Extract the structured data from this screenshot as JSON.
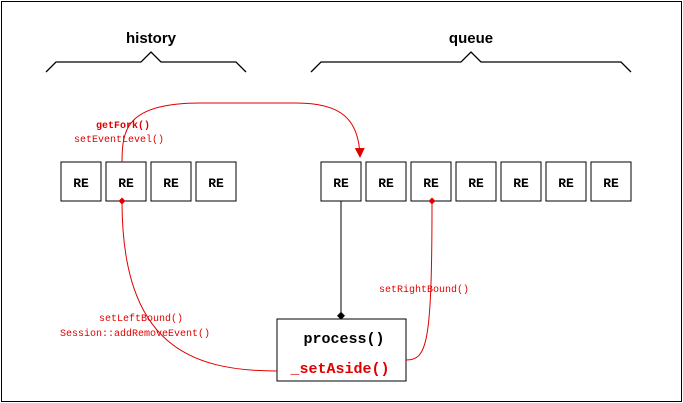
{
  "labels": {
    "history": "history",
    "queue": "queue"
  },
  "history_boxes": [
    "RE",
    "RE",
    "RE",
    "RE"
  ],
  "queue_boxes": [
    "RE",
    "RE",
    "RE",
    "RE",
    "RE",
    "RE",
    "RE"
  ],
  "process": {
    "main": "process()",
    "aside": "_setAside()"
  },
  "annotations": {
    "get_fork": "getFork()",
    "set_event_level": "setEventLevel()",
    "set_left_bound": "setLeftBound()",
    "add_remove_event": "Session::addRemoveEvent()",
    "set_right_bound": "setRightBound()"
  },
  "colors": {
    "accent": "#e00000",
    "stroke": "#000000"
  }
}
